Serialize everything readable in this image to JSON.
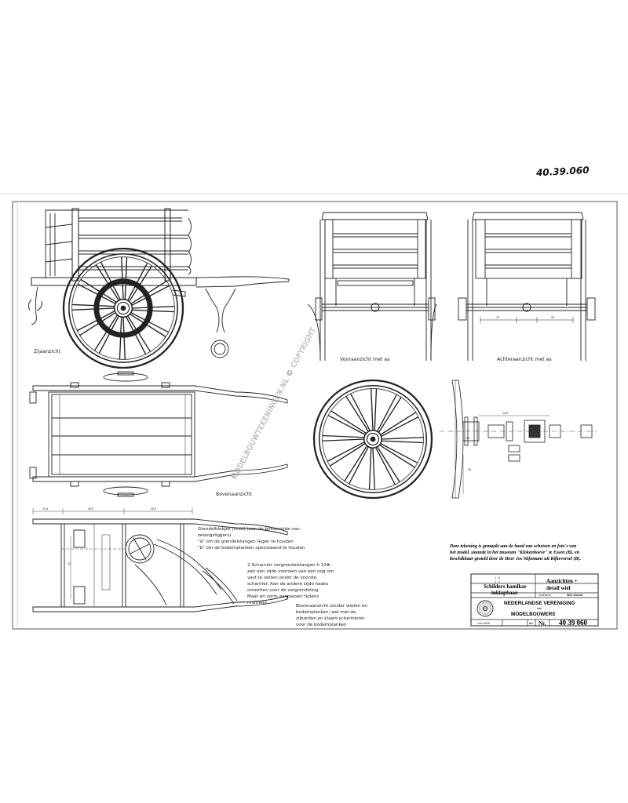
{
  "sheet_ref": "40.39.060",
  "views": {
    "side": "Zijaanzicht",
    "front": "Vooraanzicht met as",
    "rear": "Achteraanzicht met as",
    "top": "Bovenaanzicht",
    "bottom_note_1": "Bovenaanzicht zonder wielen en",
    "bottom_note_2": "bodemplanken, wel met de",
    "bottom_note_3": "zijborden en klaart-scharnieren",
    "bottom_note_4": "voor de bodemplanken"
  },
  "dimensions": {
    "d_245": "24,5",
    "d_305a": "30,5",
    "d_305b": "30,5",
    "d_33a": "33",
    "d_33b": "33",
    "d_33c": "33",
    "d_135": "13,5",
    "d_45": "45",
    "d_30": "30"
  },
  "notes": {
    "grendel_1": "Grendelblokjes (hout) (aan de binnenzijde van",
    "grendel_2": "zelangsliggers)",
    "grendel_3": "\"a\" om de grendelstangen tegen te houden",
    "grendel_4": "\"b\" om de bodemplanken openstaand te houden",
    "scharnier_1": "2 Scharnier vergrendelstangen h 12#,",
    "scharnier_2": "aan een zijde voorzien van een oog om",
    "scharnier_3": "vast te zetten onder de voorste",
    "scharnier_4": "scharnier. Aan de andere zijde haaks",
    "scharnier_5": "omzetten voor de vergrendeling.",
    "scharnier_6": "Maat en vorm aanpassen tijdens",
    "scharnier_7": "montage."
  },
  "provenance": {
    "line1": "Deze tekening is gemaakt aan de hand van schetsen en foto's van",
    "line2": "het model, staande in het museum \"Klokenhoeve\" te Essen (B). en",
    "line3": "beschikbaar gesteld door de Heer Jos Stijnmans uit Rijkevorsel (B)."
  },
  "title_block": {
    "model_name_1": "Schilders handkar",
    "model_name_2": "inklapbaar.",
    "drawing_title_1": "Aanzichten +",
    "drawing_title_2": "detail wiel",
    "drawn_by_label": "Getekend",
    "drawn_by": "Wim Smolts",
    "org_1": "NEDERLANDSE VERENIGING",
    "org_2": "van",
    "org_3": "MODELBOUWERS",
    "date": "Juni 2008",
    "format": "A2",
    "nr_label": "Nr.",
    "number": "40 39 060",
    "scale_1": "1 : 8",
    "scale_2": "1 : 1"
  },
  "watermark": "MODELBOUWTEKENINGEN.NL  © COPYRIGHT"
}
